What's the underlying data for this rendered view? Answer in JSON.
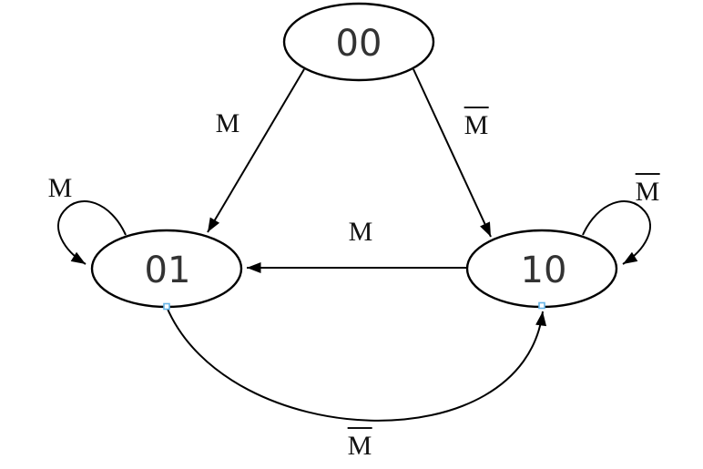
{
  "diagram": {
    "type": "state-machine",
    "background_color": "#ffffff",
    "shape_stroke_color": "#000000",
    "state_label_color": "#333333",
    "edge_label_color": "#111111",
    "connection_point_color": "#66b5e8",
    "states": [
      {
        "id": "00",
        "label": "00"
      },
      {
        "id": "01",
        "label": "01"
      },
      {
        "id": "10",
        "label": "10"
      }
    ],
    "edges": [
      {
        "from": "00",
        "to": "01",
        "label": "M",
        "negated": false,
        "display": "M",
        "kind": "straight"
      },
      {
        "from": "00",
        "to": "10",
        "label": "M",
        "negated": true,
        "display": "M̄",
        "kind": "straight"
      },
      {
        "from": "01",
        "to": "01",
        "label": "M",
        "negated": false,
        "display": "M",
        "kind": "self-loop"
      },
      {
        "from": "10",
        "to": "10",
        "label": "M",
        "negated": true,
        "display": "M̄",
        "kind": "self-loop"
      },
      {
        "from": "10",
        "to": "01",
        "label": "M",
        "negated": false,
        "display": "M",
        "kind": "straight"
      },
      {
        "from": "01",
        "to": "10",
        "label": "M",
        "negated": true,
        "display": "M̄",
        "kind": "curve"
      }
    ]
  }
}
